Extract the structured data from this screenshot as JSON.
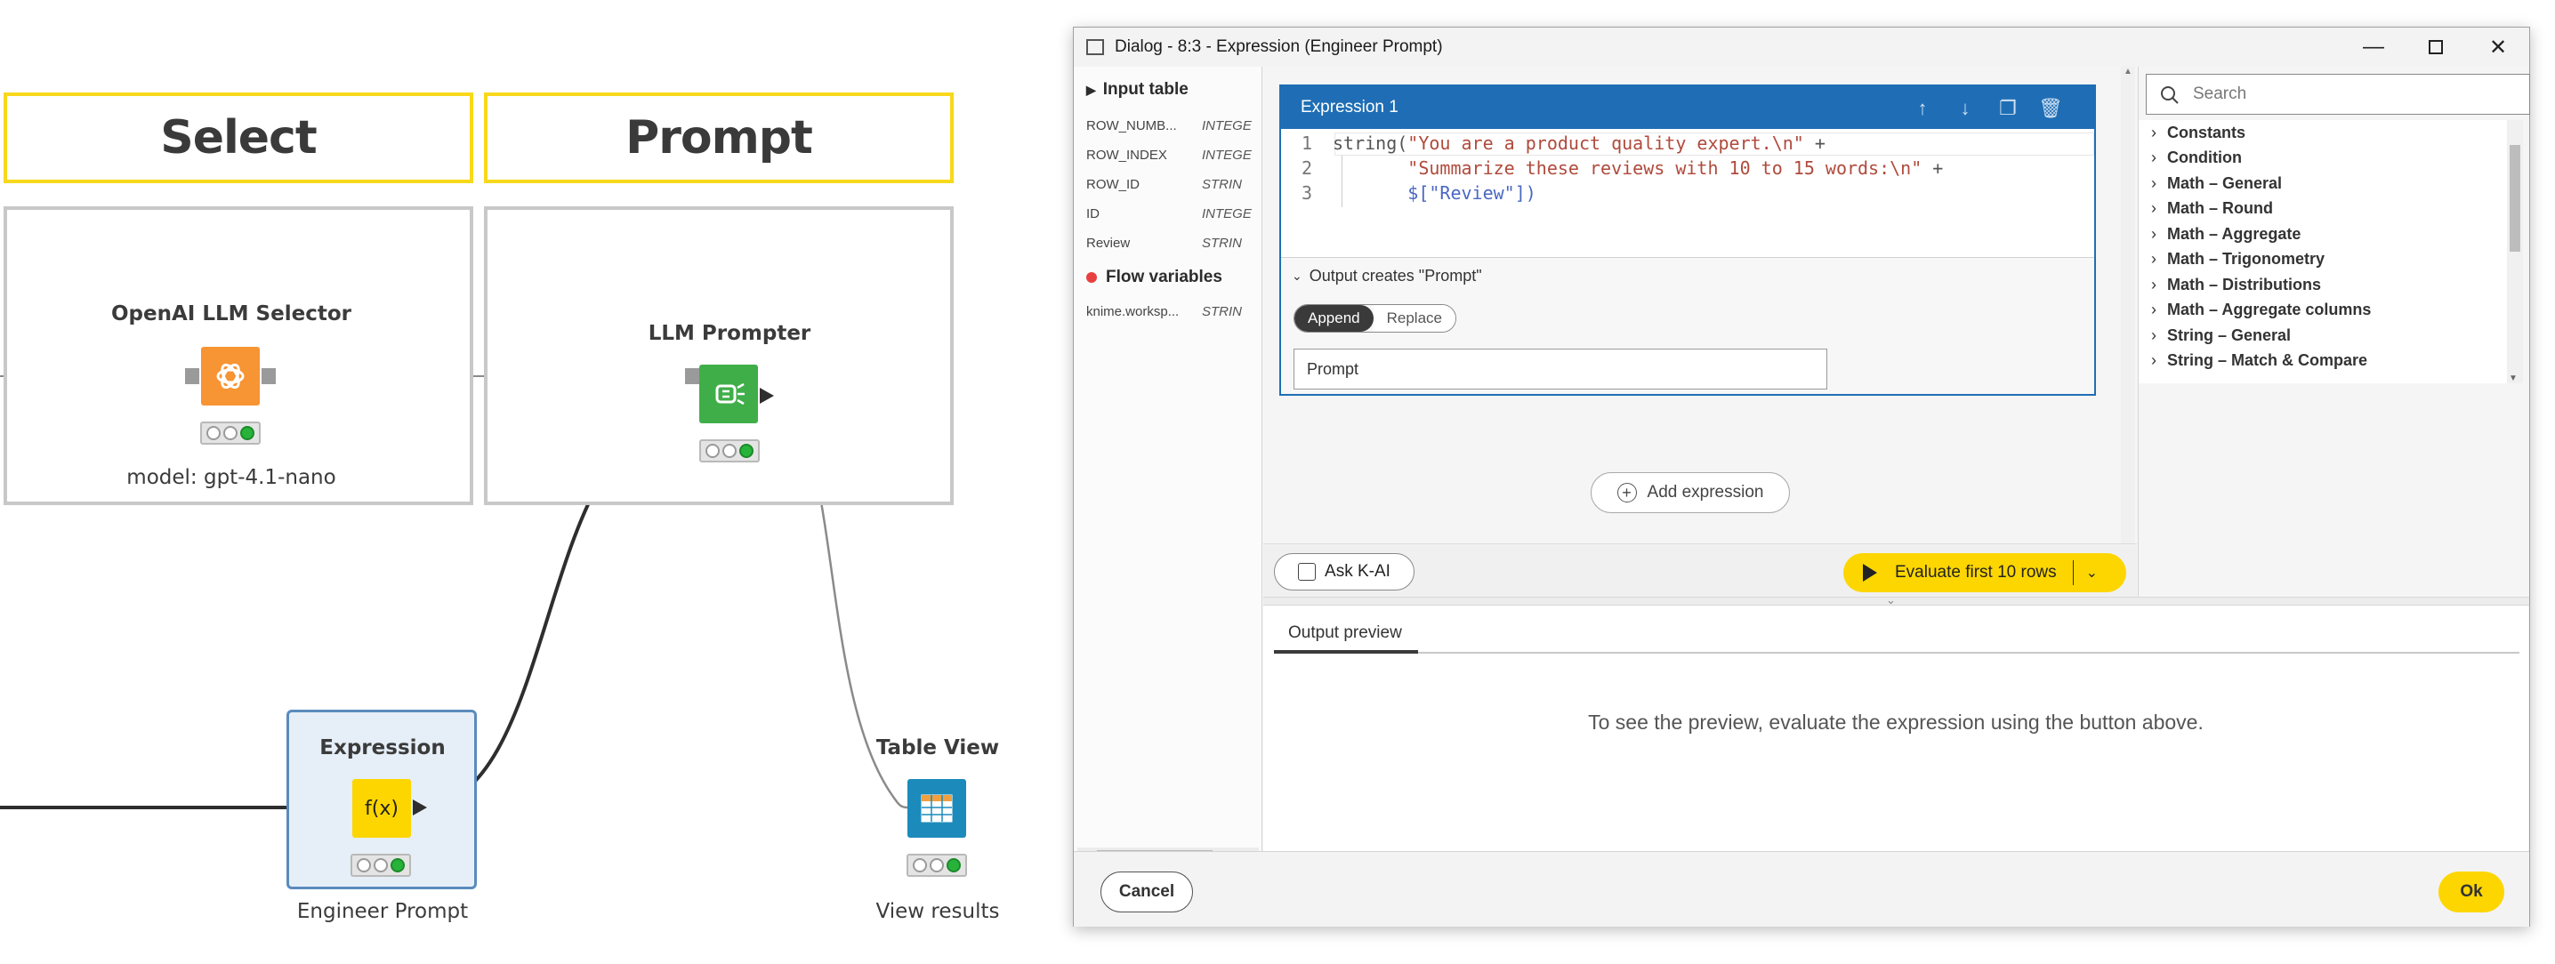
{
  "workflow": {
    "annotations": [
      {
        "title": "Select"
      },
      {
        "title": "Prompt"
      }
    ],
    "nodes": {
      "openai": {
        "title": "OpenAI LLM Selector",
        "label": "model: gpt-4.1-nano",
        "color": "#f79433"
      },
      "prompter": {
        "title": "LLM Prompter",
        "label": "",
        "color": "#3fae49"
      },
      "expression": {
        "title": "Expression",
        "label": "Engineer Prompt",
        "color": "#fdd600"
      },
      "tableview": {
        "title": "Table View",
        "label": "View results",
        "color": "#1c8bbb"
      }
    }
  },
  "dialog": {
    "title": "Dialog - 8:3 - Expression (Engineer Prompt)",
    "left_panel": {
      "input_table_label": "Input table",
      "columns": [
        {
          "name": "ROW_NUMB...",
          "type": "INTEGE"
        },
        {
          "name": "ROW_INDEX",
          "type": "INTEGE"
        },
        {
          "name": "ROW_ID",
          "type": "STRIN"
        },
        {
          "name": "ID",
          "type": "INTEGE"
        },
        {
          "name": "Review",
          "type": "STRIN"
        }
      ],
      "flow_variables_label": "Flow variables",
      "flow_variables": [
        {
          "name": "knime.worksp...",
          "type": "STRIN"
        }
      ]
    },
    "expression": {
      "header": "Expression 1",
      "code": {
        "line1": {
          "num": "1",
          "fn": "string(",
          "str": "\"You are a product quality expert.\\n\"",
          "tail": " +"
        },
        "line2": {
          "num": "2",
          "indent": "       ",
          "str": "\"Summarize these reviews with 10 to 15 words:\\n\"",
          "tail": " +"
        },
        "line3": {
          "num": "3",
          "indent": "       ",
          "field": "$[\"Review\"]",
          "tail": ")"
        }
      },
      "output_label": "Output creates \"Prompt\"",
      "mode_append": "Append",
      "mode_replace": "Replace",
      "output_name": "Prompt"
    },
    "add_expression": "Add expression",
    "ask_kai": "Ask K-AI",
    "evaluate": "Evaluate first 10 rows",
    "search_placeholder": "Search",
    "function_categories": [
      "Constants",
      "Condition",
      "Math – General",
      "Math – Round",
      "Math – Aggregate",
      "Math – Trigonometry",
      "Math – Distributions",
      "Math – Aggregate columns",
      "String – General",
      "String – Match & Compare"
    ],
    "output_preview_tab": "Output preview",
    "preview_message": "To see the preview, evaluate the expression using the button above.",
    "cancel": "Cancel",
    "ok": "Ok"
  }
}
